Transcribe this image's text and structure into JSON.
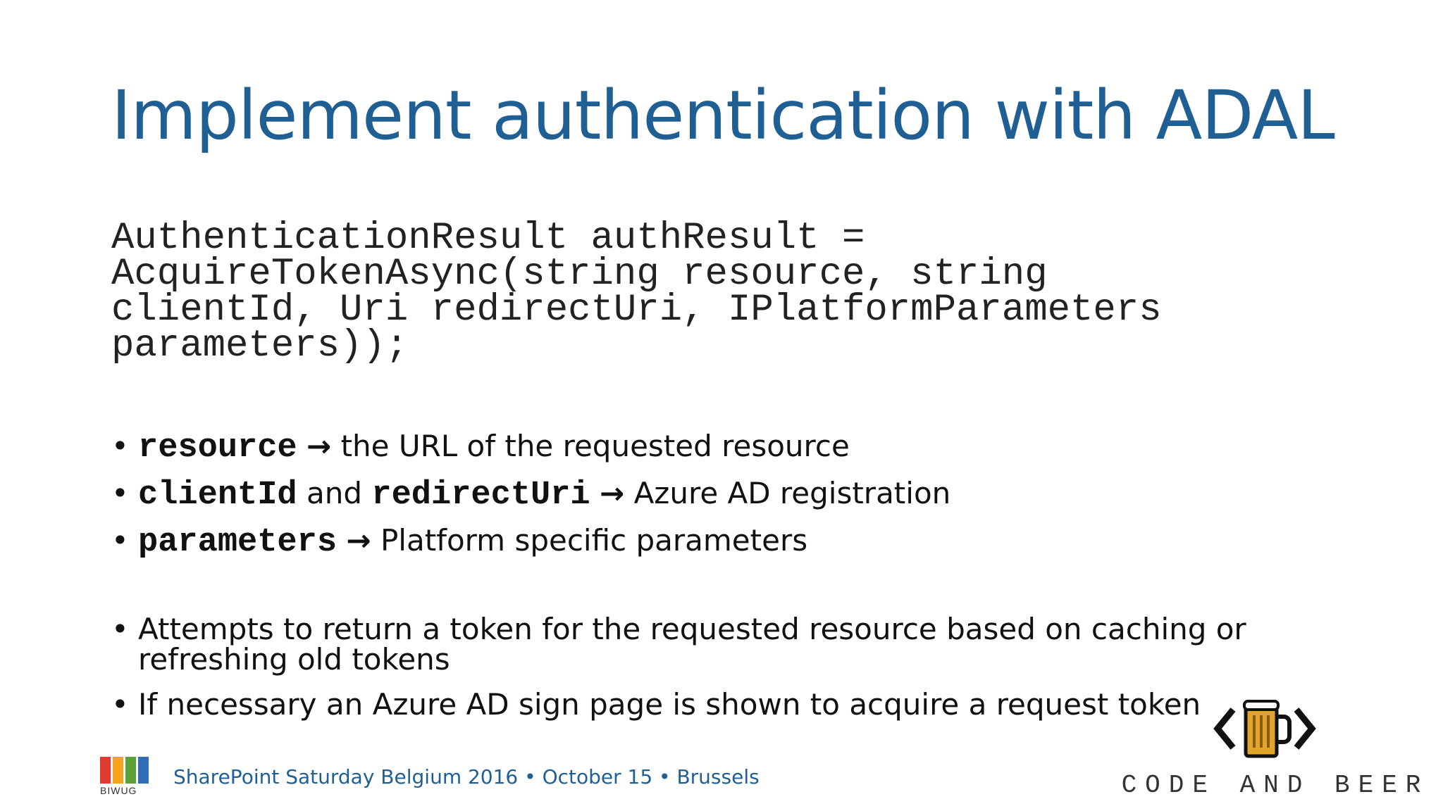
{
  "slide": {
    "title": "Implement authentication with ADAL",
    "code_lines": [
      "AuthenticationResult authResult =",
      "AcquireTokenAsync(string resource, string",
      "clientId, Uri redirectUri, IPlatformParameters",
      "parameters));"
    ],
    "param_bullets": [
      {
        "kw1": "resource",
        "arrow": "→",
        "text": "the URL of the requested resource"
      },
      {
        "kw1": "clientId",
        "mid": "and",
        "kw2": "redirectUri",
        "arrow": "→",
        "text": "Azure AD registration"
      },
      {
        "kw1": "parameters",
        "arrow": "→",
        "text": "Platform specific parameters"
      }
    ],
    "info_bullets": [
      "Attempts to return a token for the requested resource based on caching or refreshing old tokens",
      "If necessary an Azure AD sign page is shown to acquire a request token"
    ]
  },
  "footer": {
    "logo_text": "BIWUG",
    "event_text": "SharePoint Saturday Belgium 2016 • October 15 • Brussels"
  },
  "branding": {
    "code_and_beer_text": "CODE AND BEER"
  },
  "colors": {
    "title": "#1f5f93",
    "footer_text": "#1f5f93",
    "biwug_bars": [
      "#e03a2f",
      "#f2a51a",
      "#5aa33c",
      "#2f6db5"
    ],
    "beer_mug": "#e2a52b"
  }
}
